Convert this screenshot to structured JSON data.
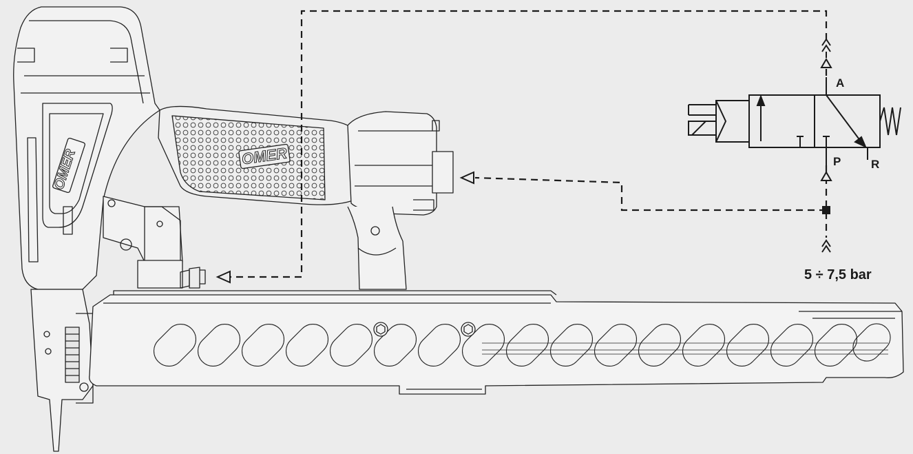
{
  "diagram": {
    "brand_logo": "OMER",
    "pressure": "5 ÷ 7,5 bar",
    "ports": {
      "a": "A",
      "p": "P",
      "r": "R"
    },
    "colors": {
      "background": "#ececec",
      "line": "#222222"
    }
  }
}
